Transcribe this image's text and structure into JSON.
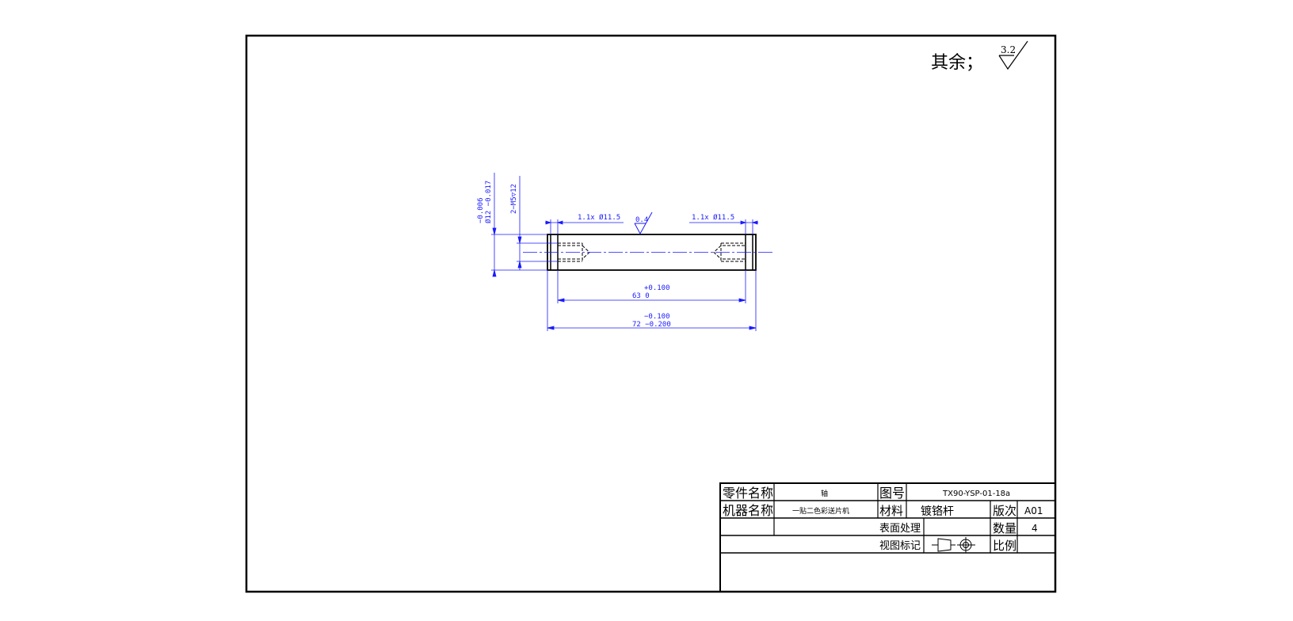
{
  "surface_note": {
    "label": "其余；",
    "roughness": "3.2"
  },
  "drawing": {
    "roughness_surface": "0.4",
    "dims": {
      "chamfer_left": "1.1x Ø11.5",
      "chamfer_right": "1.1x Ø11.5",
      "len63_tol": "+0.100",
      "len63_val": "63  0",
      "len72_tol": "−0.100",
      "len72_val": "72 −0.200",
      "dia_tol": "−0.006",
      "dia_val": "Ø12 −0.017",
      "thread": "2−M5▽12"
    }
  },
  "title_block": {
    "part_name_label": "零件名称",
    "part_name": "轴",
    "drawing_no_label": "图号",
    "drawing_no": "TX90-YSP-01-18a",
    "machine_name_label": "机器名称",
    "machine_name": "一贴二色彩送片机",
    "material_label": "材料",
    "material": "镀铬杆",
    "version_label": "版次",
    "version": "A01",
    "surface_label": "表面处理",
    "quantity_label": "数量",
    "quantity": "4",
    "view_label": "视图标记",
    "scale_label": "比例"
  },
  "colors": {
    "dimension": "#1a1aff",
    "outline": "#000000"
  }
}
